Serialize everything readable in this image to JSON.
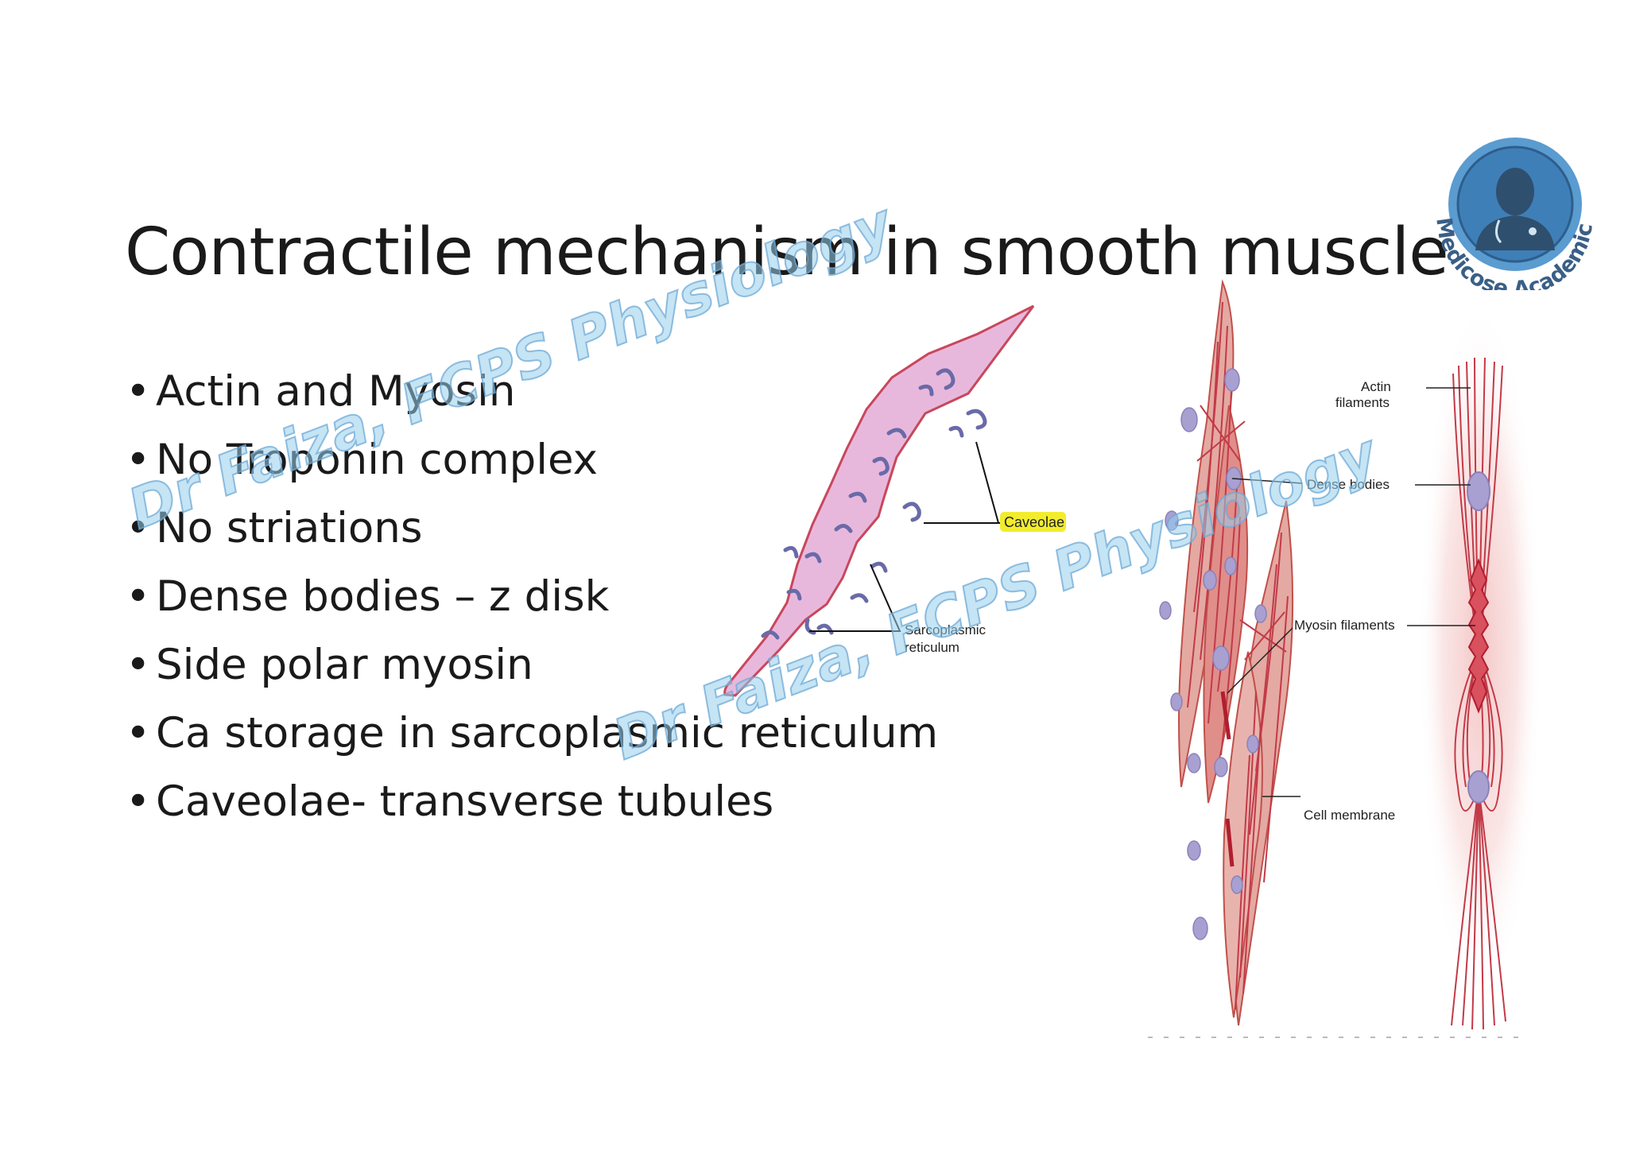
{
  "slide": {
    "title": "Contractile mechanism in smooth muscle",
    "bullets": [
      "Actin and Myosin",
      "No Troponin complex",
      "No striations",
      "Dense bodies – z disk",
      "Side polar myosin",
      "Ca storage in sarcoplasmic reticulum",
      "Caveolae- transverse tubules"
    ],
    "bullet_glyph": "•"
  },
  "figure_left": {
    "caveolae_label": "Caveolae",
    "sr_label_line1": "Sarcoplasmic",
    "sr_label_line2": "reticulum"
  },
  "figure_right": {
    "actin_label_line1": "Actin",
    "actin_label_line2": "filaments",
    "dense_label": "Dense bodies",
    "myosin_label": "Myosin filaments",
    "membrane_label": "Cell membrane"
  },
  "logo": {
    "text": "Medicose Academics",
    "icon": "doctor-icon"
  },
  "watermark": {
    "text": "Dr Faiza, FCPS Physiology"
  },
  "colors": {
    "text": "#1a1a1a",
    "cell_fill_left": "#e8b8dc",
    "cell_fill_right": "#e4a9a2",
    "filament": "#c23a48",
    "dense_body": "#a8a0d0",
    "highlight": "#f2ec2e",
    "watermark": "#8fcbe8",
    "logo_blue": "#4b8fc4",
    "logo_text": "#3a5f86"
  }
}
